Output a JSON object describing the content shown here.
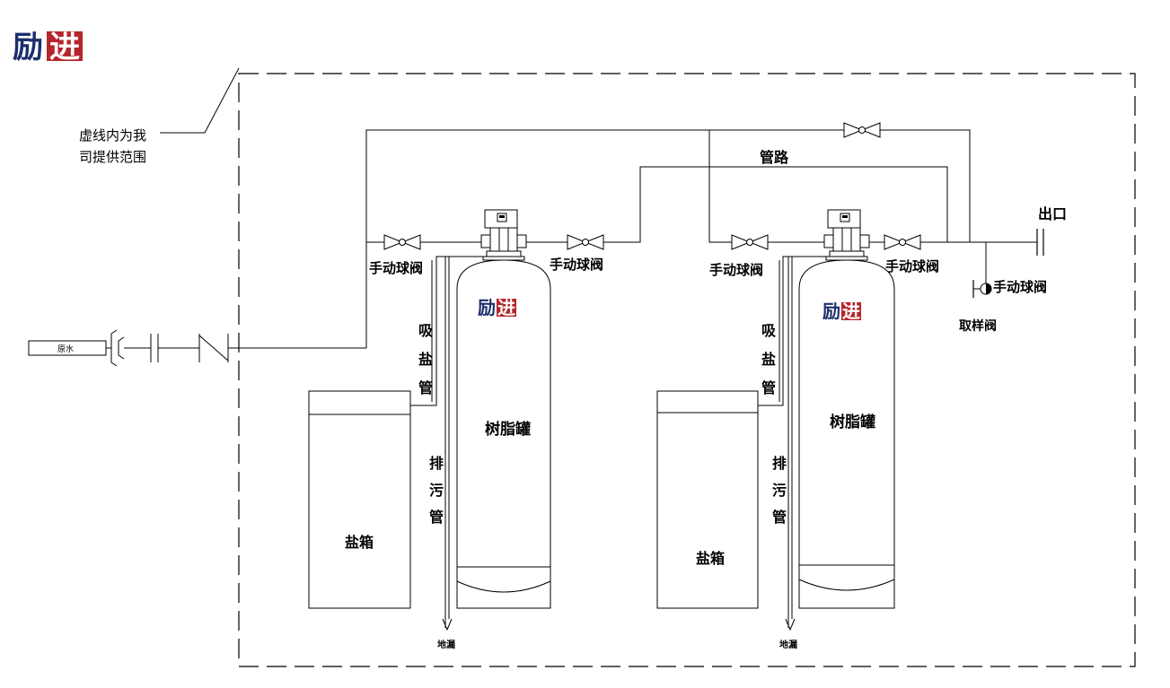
{
  "brand": {
    "chars": [
      "励",
      "进"
    ],
    "primary_color": "#1d2f6b",
    "accent_color": "#b5252b"
  },
  "labels": {
    "scope_note_line1": "虚线内为我",
    "scope_note_line2": "司提供范围",
    "pipeline": "管路",
    "outlet": "出口",
    "manual_ball_valve": "手动球阀",
    "sampling_valve": "取样阀",
    "salt_suction_pipe": [
      "吸",
      "盐",
      "管"
    ],
    "drain_pipe": [
      "排",
      "污",
      "管"
    ],
    "resin_tank": "树脂罐",
    "salt_box": "盐箱",
    "floor_drain": "地漏",
    "raw_water": "原水"
  },
  "units": [
    {
      "id": "unit-1",
      "tank_label": "树脂罐",
      "salt_box_label": "盐箱",
      "drain_label": "地漏"
    },
    {
      "id": "unit-2",
      "tank_label": "树脂罐",
      "salt_box_label": "盐箱",
      "drain_label": "地漏"
    }
  ]
}
